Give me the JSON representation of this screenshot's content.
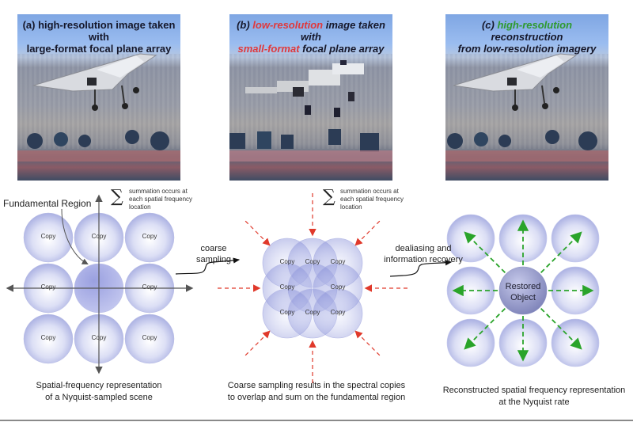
{
  "panels": [
    {
      "id": "a",
      "caption_parts": [
        {
          "text": "(a) high-resolution image taken with",
          "color": "dark"
        },
        {
          "text": "large-format focal plane array",
          "color": "dark"
        }
      ],
      "caption_line1": "(a) high-resolution image taken with",
      "caption_line2": "large-format focal plane array"
    },
    {
      "id": "b",
      "prefix": "(b) ",
      "highlight1": "low-resolution",
      "rest1": " image taken with",
      "highlight2": "small-format",
      "rest2": " focal plane array",
      "highlight_color": "#e0393c"
    },
    {
      "id": "c",
      "prefix": "(c) ",
      "highlight1": "high-resolution",
      "rest1": " reconstruction",
      "line2": "from low-resolution imagery",
      "highlight_color": "#2e9a2e"
    }
  ],
  "diagram_left": {
    "fundamental_label": "Fundamental Region",
    "copy_label": "Copy",
    "sigma": "∑",
    "summation_note": [
      "summation occurs at",
      "each spatial frequency",
      "location"
    ],
    "caption": [
      "Spatial-frequency representation",
      "of a Nyquist-sampled scene"
    ]
  },
  "transition_1": [
    "coarse",
    "sampling"
  ],
  "diagram_middle": {
    "copy_label": "Copy",
    "sigma": "∑",
    "summation_note": [
      "summation occurs at",
      "each spatial frequency",
      "location"
    ],
    "arrow_color": "#e0392b",
    "caption": [
      "Coarse sampling results in the spectral copies",
      "to overlap and sum on the fundamental region"
    ]
  },
  "transition_2": [
    "dealiasing and",
    "information recovery"
  ],
  "diagram_right": {
    "center_label": [
      "Restored",
      "Object"
    ],
    "arrow_color": "#2aa42a",
    "caption": [
      "Reconstructed spatial frequency representation",
      "at the Nyquist rate"
    ]
  },
  "colors": {
    "circle_fill": "#c9cdf0",
    "circle_core": "#8f95d6",
    "fundamental": "#9aa0e0",
    "restored": "#8e93c8"
  }
}
